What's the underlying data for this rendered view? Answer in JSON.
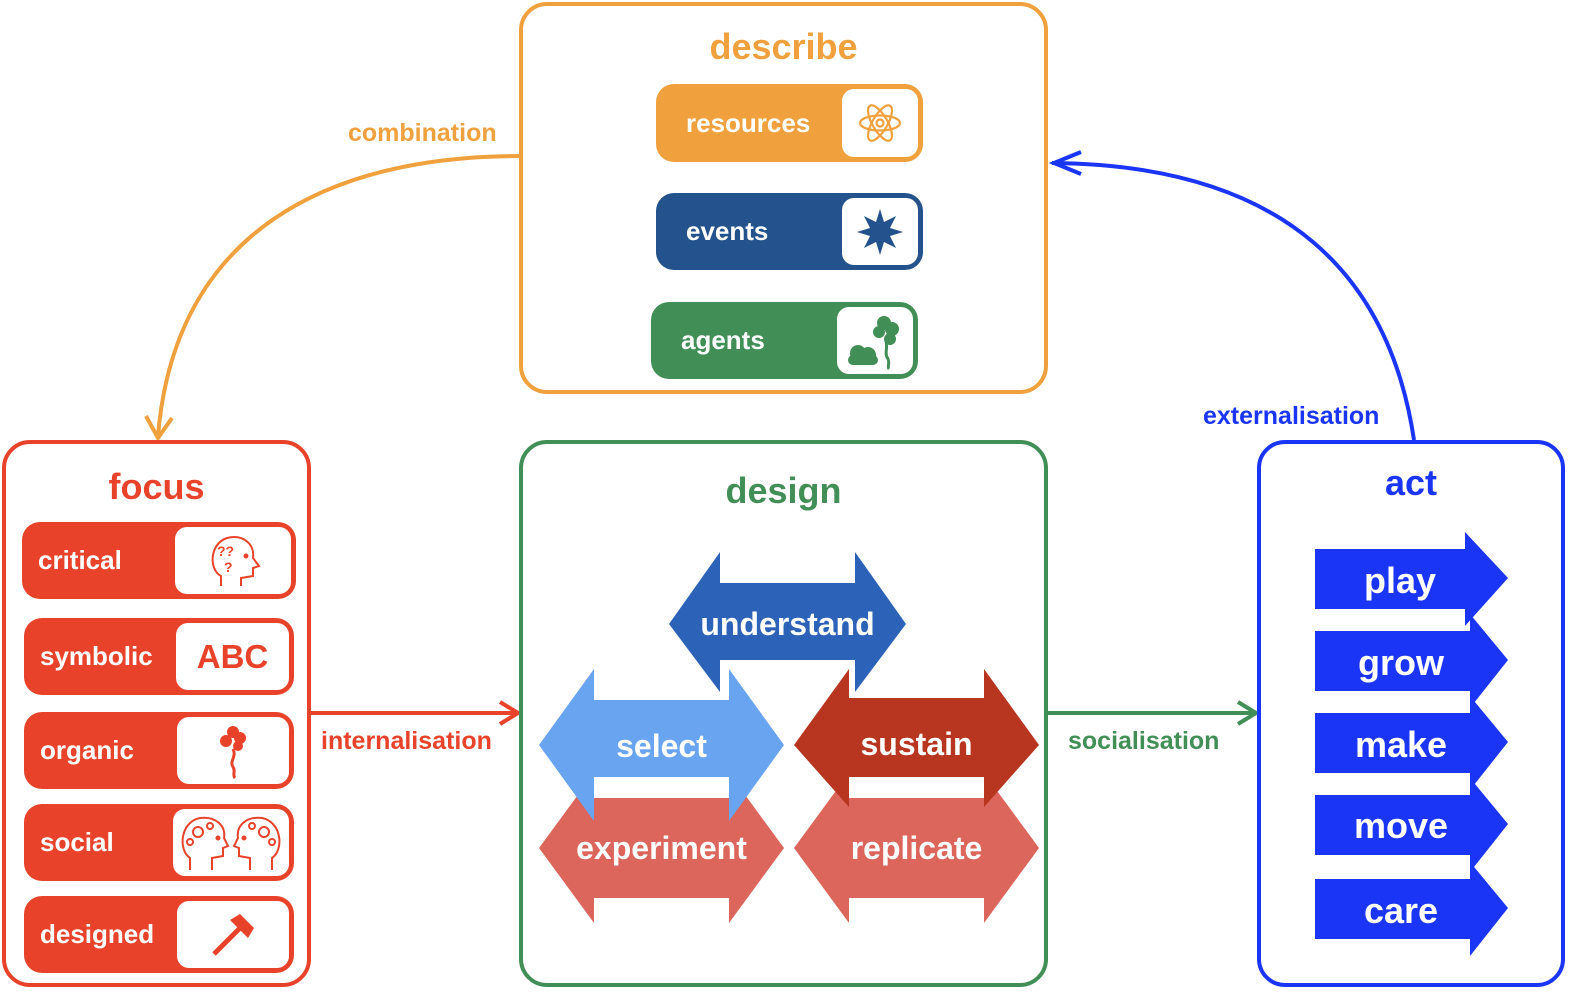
{
  "colors": {
    "orange": "#F0A03C",
    "red": "#E8432A",
    "green": "#418F56",
    "blue": "#1A35F5",
    "navy": "#23528C",
    "understand": "#2C63B8",
    "select": "#68A4F0",
    "sustain": "#B83520",
    "salmon": "#DC665C"
  },
  "describe": {
    "title": "describe",
    "items": [
      {
        "label": "resources",
        "icon": "atom-icon"
      },
      {
        "label": "events",
        "icon": "star-burst-icon"
      },
      {
        "label": "agents",
        "icon": "tree-cloud-icon"
      }
    ]
  },
  "focus": {
    "title": "focus",
    "items": [
      {
        "label": "critical",
        "icon": "head-question-icon"
      },
      {
        "label": "symbolic",
        "icon": "abc-icon",
        "icon_text": "ABC"
      },
      {
        "label": "organic",
        "icon": "tree-icon"
      },
      {
        "label": "social",
        "icon": "two-heads-gears-icon"
      },
      {
        "label": "designed",
        "icon": "hammer-icon"
      }
    ]
  },
  "design": {
    "title": "design",
    "arrows": [
      {
        "label": "understand"
      },
      {
        "label": "select"
      },
      {
        "label": "sustain"
      },
      {
        "label": "experiment"
      },
      {
        "label": "replicate"
      }
    ]
  },
  "act": {
    "title": "act",
    "items": [
      {
        "label": "play"
      },
      {
        "label": "grow"
      },
      {
        "label": "make"
      },
      {
        "label": "move"
      },
      {
        "label": "care"
      }
    ]
  },
  "connectors": {
    "combination": "combination",
    "internalisation": "internalisation",
    "socialisation": "socialisation",
    "externalisation": "externalisation"
  }
}
